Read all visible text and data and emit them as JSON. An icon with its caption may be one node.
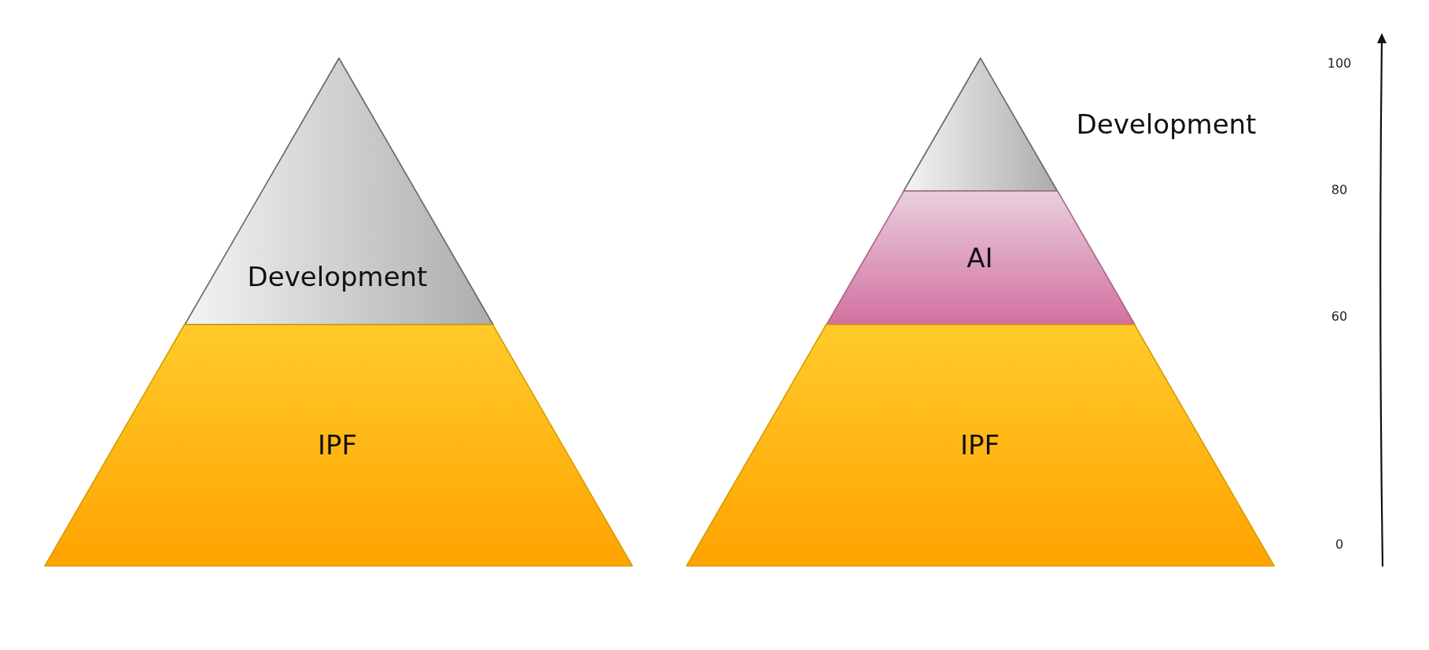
{
  "diagram": {
    "nodes": [
      {
        "text": [
          "Development"
        ]
      },
      {
        "text": [
          "IPF"
        ]
      },
      {
        "text": [],
        "shape": "triangle",
        "beside": [
          "Development"
        ]
      },
      {
        "text": [
          "AI"
        ]
      },
      {
        "text": [
          "IPF"
        ]
      }
    ],
    "labels": [
      "100",
      "80",
      "60",
      "0"
    ]
  }
}
